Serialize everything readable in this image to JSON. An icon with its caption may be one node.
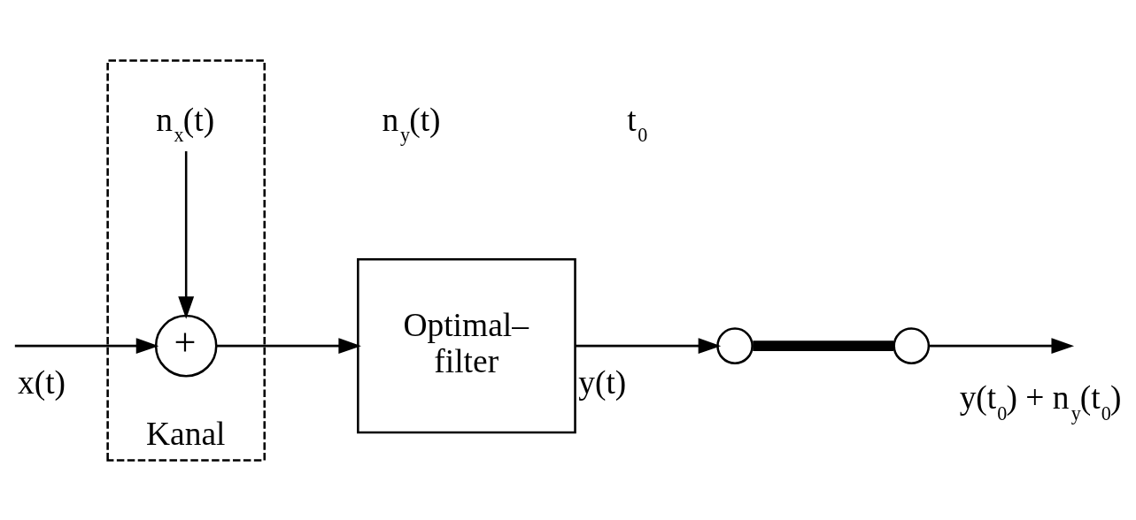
{
  "diagram": {
    "nodes": [
      {
        "text": [
          "Kanal"
        ]
      },
      {
        "text": [
          "n$_{x}$(t)"
        ],
        "in": 0
      },
      {
        "text": [
          "+"
        ],
        "in": 0
      },
      {
        "text": [
          "Optimal– filter"
        ]
      },
      {
        "text": [],
        "shape": "circle"
      },
      {
        "text": [],
        "shape": "circle"
      }
    ],
    "edges": [
      {
        "from": null,
        "to": 2,
        "arrow": "to",
        "label": "x(t)"
      },
      {
        "from": 1,
        "to": 2,
        "arrow": "to"
      },
      {
        "from": 2,
        "to": 3,
        "arrow": "to"
      },
      {
        "from": 3,
        "to": 4,
        "arrow": "to",
        "label": "y(t)"
      },
      {
        "from": 4,
        "to": 5,
        "arrow": "none",
        "style": "thick"
      },
      {
        "from": 5,
        "to": null,
        "arrow": "to",
        "label": "y(t$_{0}$) + n$_{y}$(t$_{0}$)"
      }
    ],
    "labels": [
      "n$_{y}$(t)",
      "t$_{0}$"
    ]
  }
}
